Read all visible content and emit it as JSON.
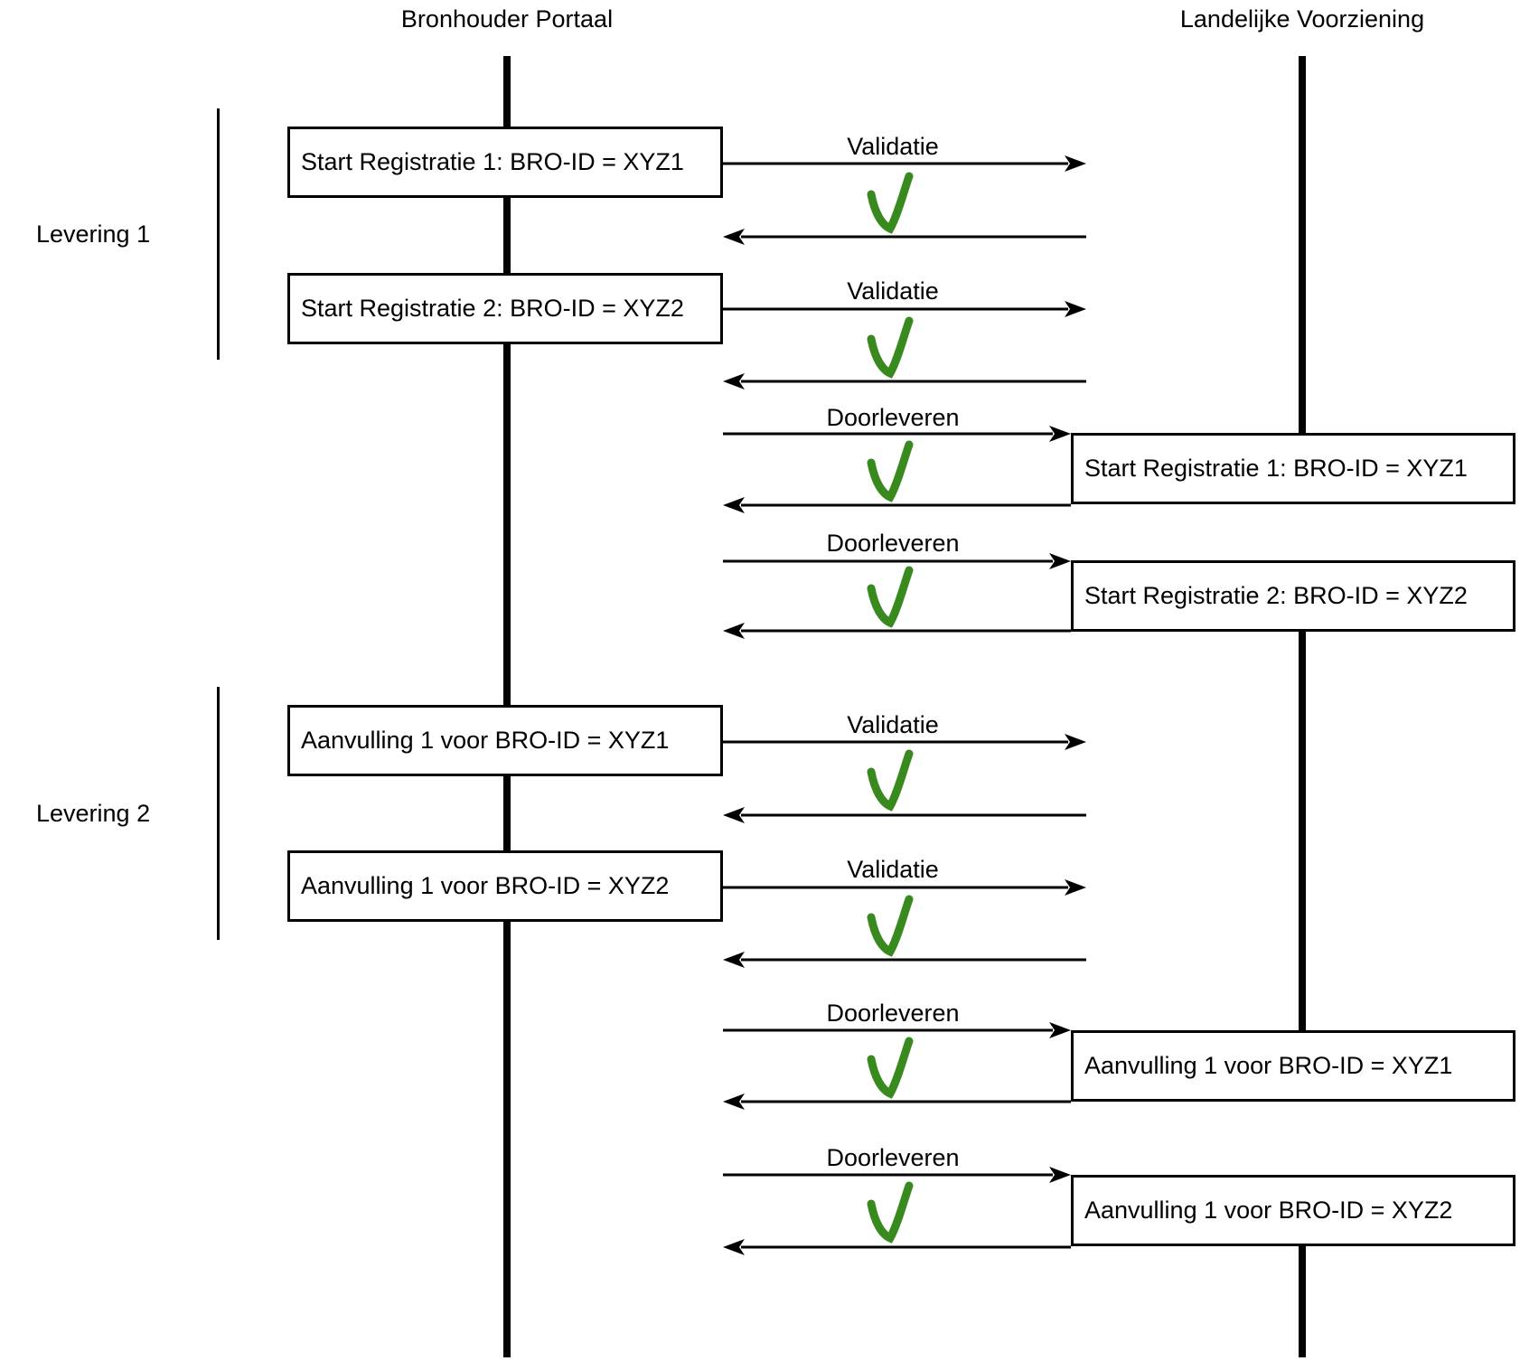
{
  "diagram": {
    "actors": {
      "left": "Bronhouder Portaal",
      "right": "Landelijke Voorziening"
    },
    "groups": [
      {
        "label": "Levering 1"
      },
      {
        "label": "Levering 2"
      }
    ],
    "left_boxes": [
      {
        "label": "Start Registratie 1: BRO-ID = XYZ1"
      },
      {
        "label": "Start Registratie 2: BRO-ID = XYZ2"
      },
      {
        "label": "Aanvulling 1 voor BRO-ID = XYZ1"
      },
      {
        "label": "Aanvulling 1 voor BRO-ID = XYZ2"
      }
    ],
    "right_boxes": [
      {
        "label": "Start Registratie 1: BRO-ID = XYZ1"
      },
      {
        "label": "Start Registratie 2: BRO-ID = XYZ2"
      },
      {
        "label": "Aanvulling 1 voor BRO-ID = XYZ1"
      },
      {
        "label": "Aanvulling 1 voor BRO-ID = XYZ2"
      }
    ],
    "messages": [
      {
        "label": "Validatie",
        "result_icon": "green-checkmark"
      },
      {
        "label": "Validatie",
        "result_icon": "green-checkmark"
      },
      {
        "label": "Doorleveren",
        "result_icon": "green-checkmark"
      },
      {
        "label": "Doorleveren",
        "result_icon": "green-checkmark"
      },
      {
        "label": "Validatie",
        "result_icon": "green-checkmark"
      },
      {
        "label": "Validatie",
        "result_icon": "green-checkmark"
      },
      {
        "label": "Doorleveren",
        "result_icon": "green-checkmark"
      },
      {
        "label": "Doorleveren",
        "result_icon": "green-checkmark"
      }
    ],
    "colors": {
      "checkmark": "#388a1e",
      "line": "#000000"
    }
  }
}
